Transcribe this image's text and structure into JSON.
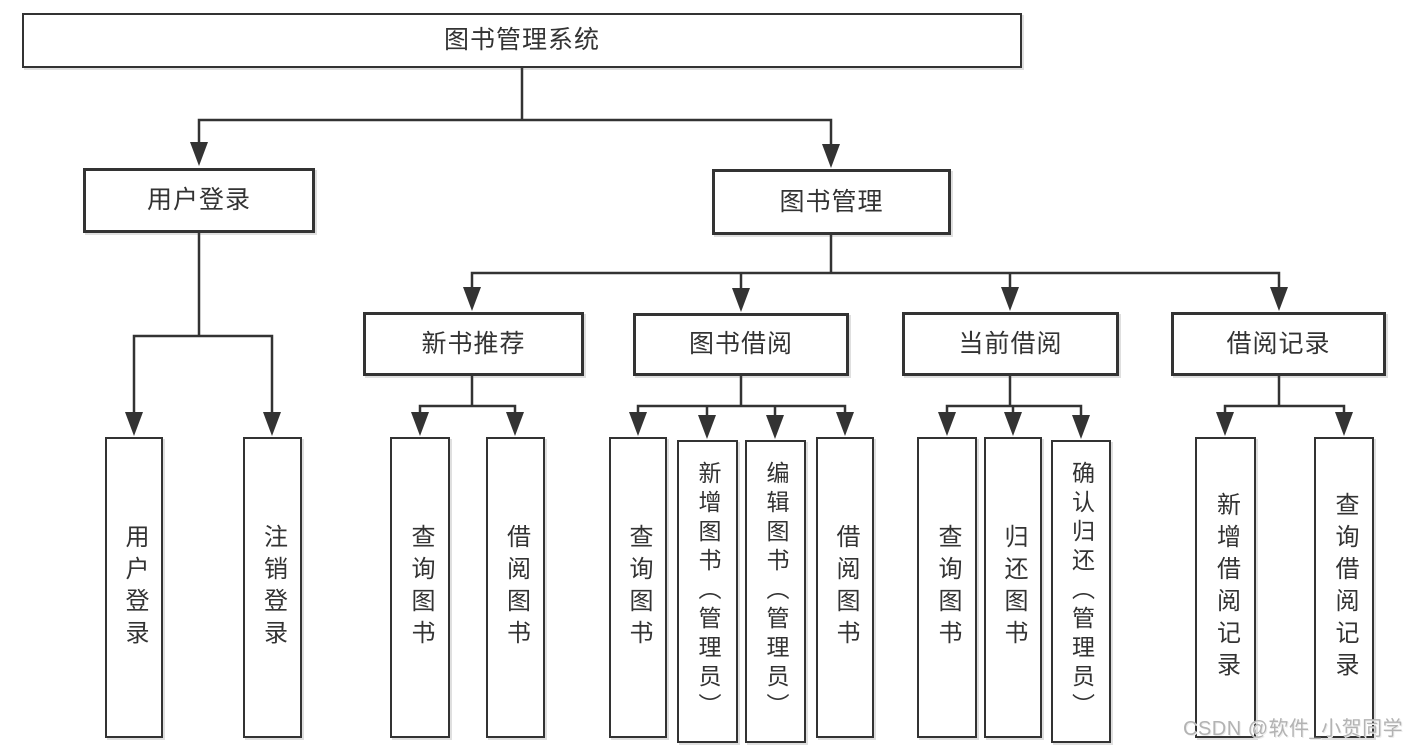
{
  "diagram_title": "图书管理系统",
  "tree": {
    "label": "图书管理系统",
    "children": [
      {
        "label": "用户登录",
        "children": [
          {
            "label": "用户登录"
          },
          {
            "label": "注销登录"
          }
        ]
      },
      {
        "label": "图书管理",
        "children": [
          {
            "label": "新书推荐",
            "children": [
              {
                "label": "查询图书"
              },
              {
                "label": "借阅图书"
              }
            ]
          },
          {
            "label": "图书借阅",
            "children": [
              {
                "label": "查询图书"
              },
              {
                "label": "新增图书（管理员）"
              },
              {
                "label": "编辑图书（管理员）"
              },
              {
                "label": "借阅图书"
              }
            ]
          },
          {
            "label": "当前借阅",
            "children": [
              {
                "label": "查询图书"
              },
              {
                "label": "归还图书"
              },
              {
                "label": "确认归还（管理员）"
              }
            ]
          },
          {
            "label": "借阅记录",
            "children": [
              {
                "label": "新增借阅记录"
              },
              {
                "label": "查询借阅记录"
              }
            ]
          }
        ]
      }
    ]
  },
  "watermark": {
    "text": "CSDN @软件_小贺同学"
  },
  "colors": {
    "background": "#ffffff",
    "line": "#333333",
    "box_border": "#333333",
    "text": "#333333",
    "watermark": "#b3b3b3"
  }
}
